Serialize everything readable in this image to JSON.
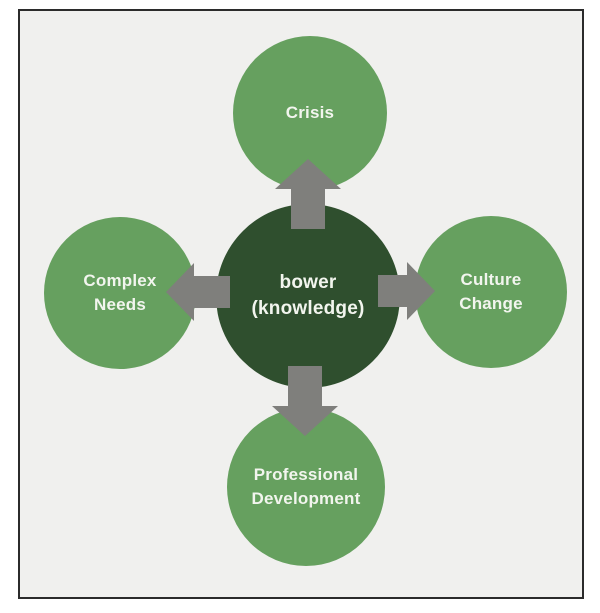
{
  "diagram": {
    "center_node": {
      "label": "bower (knowledge)",
      "lines": [
        "bower",
        "(knowledge)"
      ]
    },
    "satellite_nodes": [
      {
        "position": "top",
        "label": "Crisis",
        "lines": [
          "Crisis",
          ""
        ]
      },
      {
        "position": "left",
        "label": "Complex Needs",
        "lines": [
          "Complex",
          "Needs"
        ]
      },
      {
        "position": "right",
        "label": "Culture Change",
        "lines": [
          "Culture",
          "Change"
        ]
      },
      {
        "position": "bottom",
        "label": "Professional Development",
        "lines": [
          "Professional",
          "Development"
        ]
      }
    ],
    "arrows": [
      {
        "direction": "up",
        "from": "center",
        "to": "top"
      },
      {
        "direction": "left",
        "from": "center",
        "to": "left"
      },
      {
        "direction": "right",
        "from": "center",
        "to": "right"
      },
      {
        "direction": "down",
        "from": "center",
        "to": "bottom"
      }
    ],
    "colors": {
      "center_circle": "#2f4f2e",
      "satellite_circle": "#66a05f",
      "arrow": "#7f7f7c",
      "canvas_background": "#f0f0ee",
      "frame_border": "#2b2b2b",
      "label_text": "#f2f5ee"
    }
  }
}
